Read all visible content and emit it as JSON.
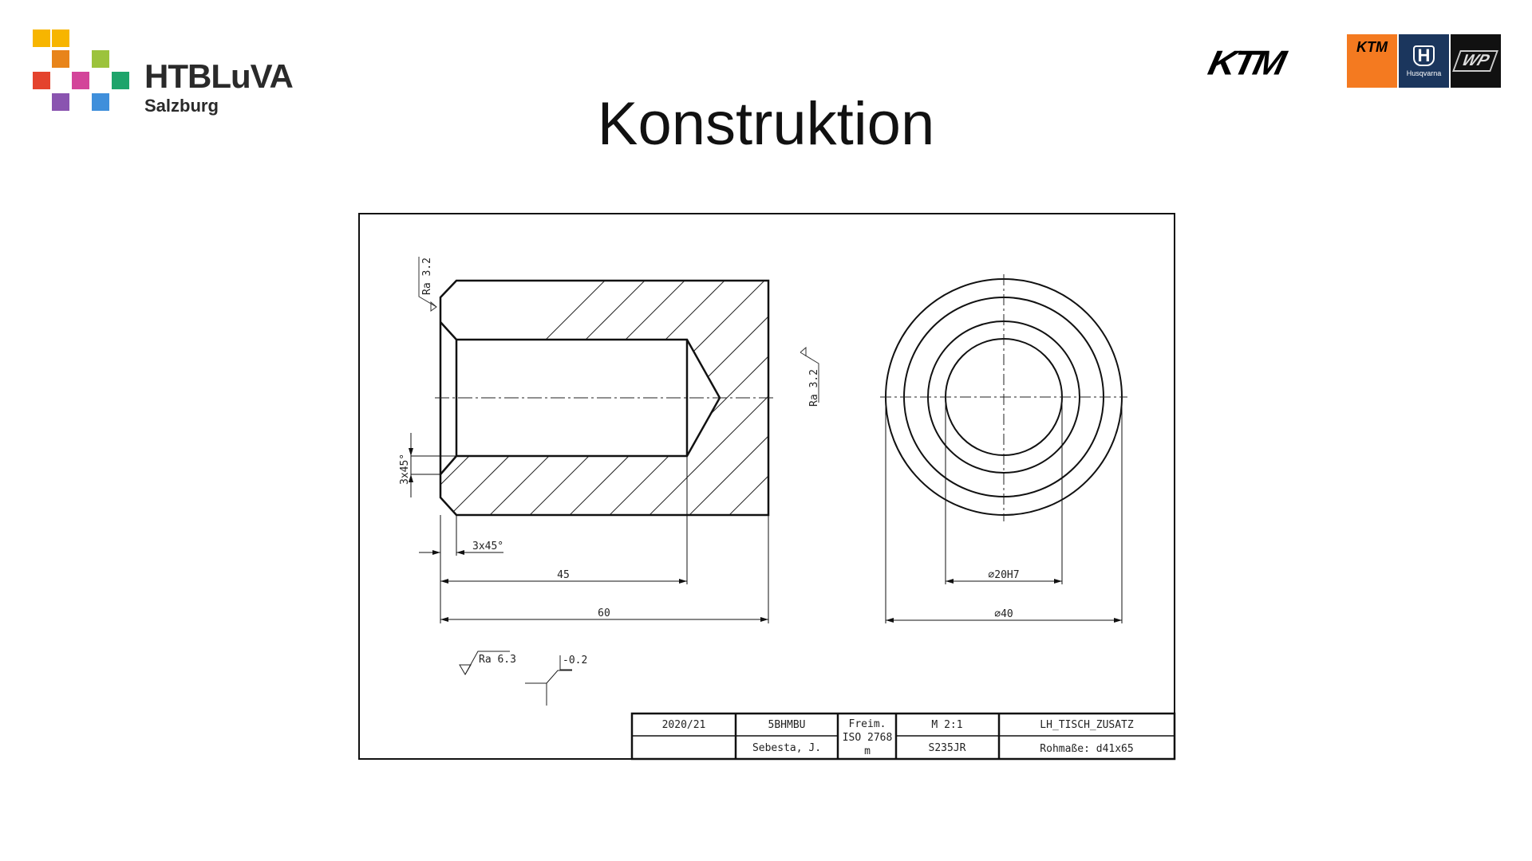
{
  "slide": {
    "title": "Konstruktion"
  },
  "logos": {
    "school_name": "HTBLuVA",
    "school_city": "Salzburg",
    "school_colors": [
      "#f7b500",
      "#f7b500",
      "#e8841a",
      "#9cc33c",
      "#e4432d",
      "#d3449a",
      "#1ea46b",
      "#8a54b0",
      "#3f8fdb"
    ],
    "ktm": "KTM",
    "brands": [
      {
        "name": "KTM",
        "color": "#f47a20"
      },
      {
        "name": "Husqvarna",
        "color": "#1b365d"
      },
      {
        "name": "WP",
        "color": "#111111"
      }
    ]
  },
  "drawing": {
    "roughness_top": "Ra 3.2",
    "roughness_right": "Ra 3.2",
    "roughness_general": "Ra 6.3",
    "chamfer_vertical": "3x45°",
    "chamfer_horizontal": "3x45°",
    "dim_bore_depth": "45",
    "dim_length": "60",
    "dim_bore_diameter": "⌀20H7",
    "dim_outer_diameter": "⌀40",
    "edge_note": "-0.2"
  },
  "title_block": {
    "year": "2020/21",
    "class": "5BHMBU",
    "tolerance": [
      "Freim.",
      "ISO 2768",
      "m"
    ],
    "scale": "M 2:1",
    "part_name": "LH_TISCH_ZUSATZ",
    "author": "Sebesta, J.",
    "material": "S235JR",
    "raw_size": "Rohmaße: d41x65"
  }
}
